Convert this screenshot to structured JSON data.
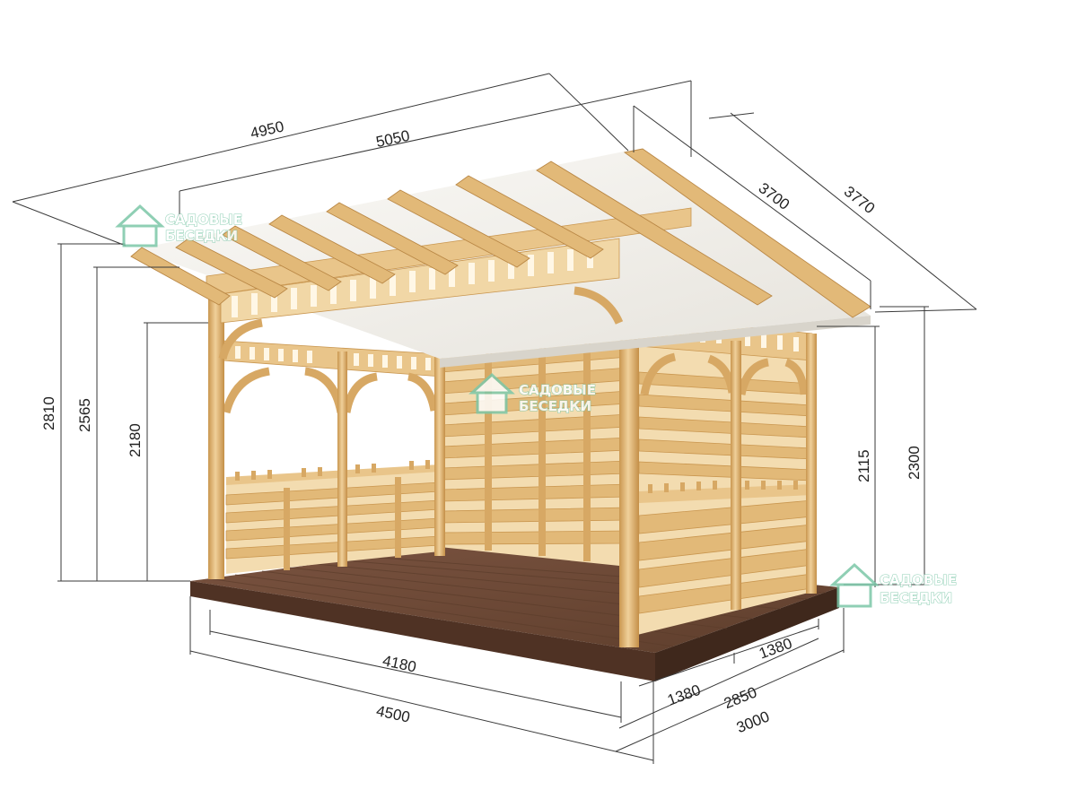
{
  "colors": {
    "wood": "#e2b978",
    "wood_light": "#efcf97",
    "wood_dark": "#b98745",
    "deck": "#6e4a36",
    "deck_side": "#4f3224",
    "roof": "#f1efe9",
    "dim_line": "#3a3a3a",
    "watermark": "#7cc7a8"
  },
  "watermark": {
    "line1": "САДОВЫЕ",
    "line2": "БЕСЕДКИ",
    "icon": "gazebo-logo-icon"
  },
  "dimensions": {
    "roof_length_outer": "4950",
    "roof_length_inner": "5050",
    "roof_depth_inner": "3700",
    "roof_depth_outer": "3770",
    "height_total": "2810",
    "height_front": "2565",
    "height_opening": "2180",
    "height_back_low": "2115",
    "height_back": "2300",
    "floor_length_inner": "4180",
    "floor_length_outer": "4500",
    "side_section_a": "1380",
    "side_section_b": "1380",
    "floor_depth_inner": "2850",
    "floor_depth_outer": "3000"
  }
}
